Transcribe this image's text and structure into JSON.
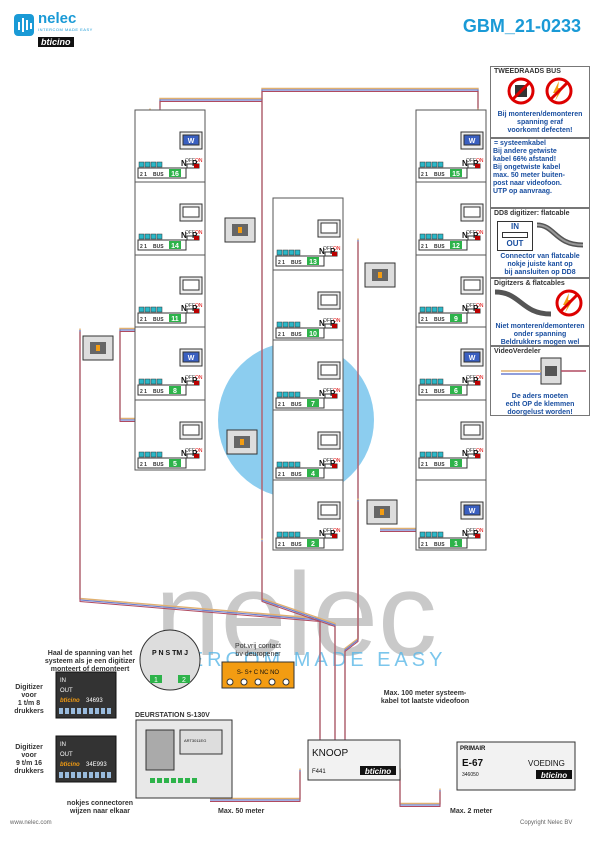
{
  "header": {
    "doc_code": "GBM_21-0233",
    "logo_word": "nelec",
    "logo_tagline": "INTERCOM MADE EASY",
    "logo_brand": "bticino"
  },
  "watermark": {
    "word": "nelec",
    "tagline": "INTERCOM MADE EASY"
  },
  "side_panels": {
    "tweedraads": {
      "title": "TWEEDRAADS BUS",
      "text": [
        "Bij monteren/demonteren",
        "spanning eraf",
        "voorkomt defecten!"
      ]
    },
    "systeemkabel": {
      "title": "= systeemkabel",
      "lines": [
        "Bij andere getwiste",
        "kabel 66% afstand!",
        "Bij ongetwiste kabel",
        "max. 50 meter buiten-",
        "post naar videofoon.",
        "UTP op aanvraag."
      ]
    },
    "dd8": {
      "title": "DD8 digitizer: flatcable",
      "in_label": "IN",
      "out_label": "OUT",
      "text": [
        "Connector van flatcable",
        "nokje juiste kant op",
        "bij aansluiten op DD8"
      ]
    },
    "digitizers": {
      "title": "Digitzers & flatcables",
      "text": [
        "Niet monteren/demonteren",
        "onder spanning",
        "Beldrukkers mogen wel"
      ]
    },
    "videoverdeler": {
      "title": "VideoVerdeler",
      "text": [
        "De aders moeten",
        "echt OP de klemmen",
        "doorgelust worden!"
      ]
    }
  },
  "phone_labels": {
    "bus": "BUS",
    "n": "N",
    "p": "P",
    "off": "OFF",
    "on": "ON",
    "w": "W",
    "term": "2 1"
  },
  "phones": [
    {
      "col": 0,
      "num": "16",
      "type": "W"
    },
    {
      "col": 0,
      "num": "14",
      "type": "M"
    },
    {
      "col": 0,
      "num": "11",
      "type": "M"
    },
    {
      "col": 0,
      "num": "8",
      "type": "W"
    },
    {
      "col": 0,
      "num": "5",
      "type": "M"
    },
    {
      "col": 1,
      "num": "13",
      "type": "M"
    },
    {
      "col": 1,
      "num": "10",
      "type": "M"
    },
    {
      "col": 1,
      "num": "7",
      "type": "M"
    },
    {
      "col": 1,
      "num": "4",
      "type": "M"
    },
    {
      "col": 1,
      "num": "2",
      "type": "M"
    },
    {
      "col": 2,
      "num": "15",
      "type": "W"
    },
    {
      "col": 2,
      "num": "12",
      "type": "M"
    },
    {
      "col": 2,
      "num": "9",
      "type": "M"
    },
    {
      "col": 2,
      "num": "6",
      "type": "W"
    },
    {
      "col": 2,
      "num": "3",
      "type": "M"
    },
    {
      "col": 2,
      "num": "1",
      "type": "W"
    }
  ],
  "bottom": {
    "warning": [
      "Haal de spanning van het",
      "systeem als je een digitizer",
      "monteert of demonteert"
    ],
    "digitizer1": [
      "Digitizer",
      "voor",
      "1 t/m 8",
      "drukkers"
    ],
    "digitizer2": [
      "Digitizer",
      "voor",
      "9 t/m 16",
      "drukkers"
    ],
    "nokjes": [
      "nokjes connectoren",
      "wijzen naar elkaar"
    ],
    "part_a": "34693",
    "part_b": "34E993",
    "deurstation": "DEURSTATION S-130V",
    "deur_part": "ART3011EG",
    "potvrij": [
      "Pot.vrij contact",
      "bv deuropener"
    ],
    "potvrij_terms": "S- S+ C NC NO",
    "klem_labels": "P N S TM J",
    "klem_num1": "1",
    "klem_num2": "2",
    "knoop_title": "KNOOP",
    "knoop_part": "F441",
    "voeding_primair": "PRIMAIR",
    "voeding_model": "E-67",
    "voeding_title": "VOEDING",
    "voeding_part": "346050",
    "max100": [
      "Max. 100 meter systeem-",
      "kabel tot laatste videofoon"
    ],
    "max50": "Max. 50 meter",
    "max2": "Max. 2 meter",
    "brand": "bticino",
    "in_label": "IN",
    "out_label": "OUT"
  },
  "footer": {
    "left": "www.nelec.com",
    "right": "Copyright Nelec BV"
  },
  "colors": {
    "accent": "#1a9ad6",
    "green": "#2db34a",
    "orange": "#f39c12",
    "blueText": "#1a4fa0",
    "wire1": "#e0b070",
    "wire2": "#6a7fd0",
    "wire3": "#b04a60"
  }
}
